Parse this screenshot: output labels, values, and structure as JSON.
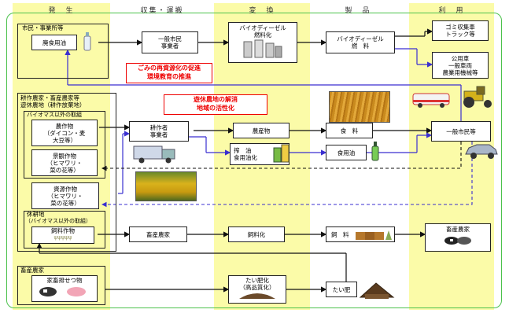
{
  "columns": {
    "hassei": "発　生",
    "shushu": "収集・運搬",
    "henkan": "変　換",
    "seihin": "製　品",
    "riyou": "利　用"
  },
  "row1": {
    "group_title": "市民・事業所等",
    "haishokuyu": "廃食用油",
    "collector_l1": "一般市民",
    "collector_l2": "事業者",
    "bdf_conv_l1": "バイオディーゼル",
    "bdf_conv_l2": "燃料化",
    "bdf_prod_l1": "バイオディーゼル",
    "bdf_prod_l2": "燃　料",
    "use1_l1": "ゴミ収集車",
    "use1_l2": "トラック等",
    "use2_l1": "公用車",
    "use2_l2": "一般車両",
    "use2_l3": "農業用機械等",
    "red_note_l1": "ごみの再資源化の促進",
    "red_note_l2": "環境教育の推進"
  },
  "row2": {
    "group_l1": "耕作農家・畜産農家等",
    "group_l2": "遊休農地（耕作放棄地）",
    "biomass_label": "バイオマス以外の取組",
    "crop1_l1": "農作物",
    "crop1_l2": "（ダイコン・麦",
    "crop1_l3": "大豆等）",
    "crop2_l1": "景観作物",
    "crop2_l2": "（ヒマワリ・",
    "crop2_l3": "菜の花等）",
    "crop3_l1": "資源作物",
    "crop3_l2": "（ヒマワリ・",
    "crop3_l3": "菜の花等）",
    "farmer_l1": "耕作者",
    "farmer_l2": "事業者",
    "nousakubutsu": "農産物",
    "shokuryo": "食　料",
    "sakuyu_l1": "搾　油",
    "sakuyu_l2": "食用油化",
    "shokuyouyu": "食用油",
    "ippan_shimin": "一般市民等",
    "red_note_l1": "遊休農地の解消",
    "red_note_l2": "地域の活性化"
  },
  "row3": {
    "fallow_title": "休耕地",
    "fallow_sub": "（バイオマス以外の取組）",
    "feed_crop": "飼料作物",
    "livestock1": "畜産農家",
    "feed_conv": "飼料化",
    "feed_prod": "飼　料",
    "livestock_use": "畜産農家"
  },
  "row4": {
    "group_title": "畜産農家",
    "manure": "家畜排せつ物",
    "compost_l1": "たい肥化",
    "compost_l2": "（高品質化）",
    "compost_prod": "たい肥"
  },
  "colors": {
    "column_fill": "#fbfba8",
    "frame_green": "#4cc24c",
    "arrow_black": "#111111",
    "arrow_blue": "#3a2fd0",
    "note_red": "#ee0000"
  }
}
